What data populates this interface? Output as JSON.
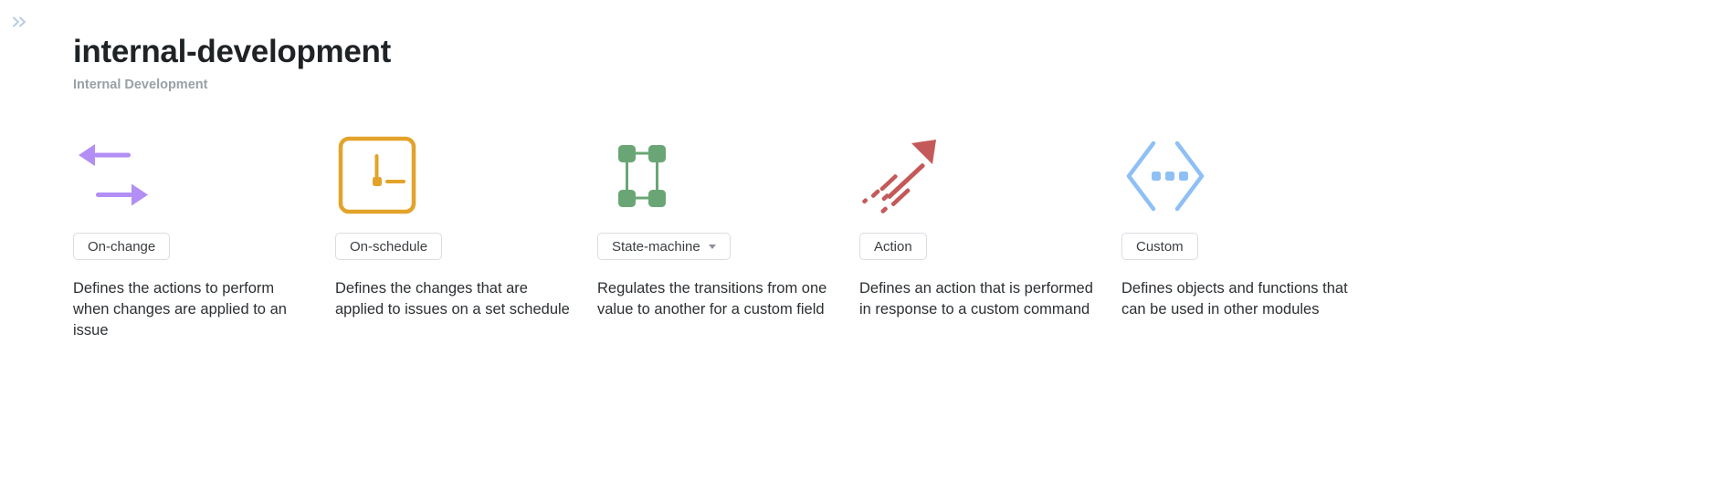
{
  "sidebar_toggle": {
    "icon": "double-chevron-right-icon",
    "label": "»"
  },
  "header": {
    "title": "internal-development",
    "subtitle": "Internal Development"
  },
  "colors": {
    "on_change": "#b28ef5",
    "on_schedule": "#e3a32a",
    "state_machine": "#6aa675",
    "action": "#c4595a",
    "custom": "#8fc0f5",
    "chip_border": "#d9dde2",
    "title": "#1f2326",
    "subtitle": "#9aa0a6",
    "body_text": "#2c3033"
  },
  "rule_types": [
    {
      "icon": "two-way-arrows-icon",
      "label": "On-change",
      "has_dropdown": false,
      "description": "Defines the actions to perform when changes are applied to an issue"
    },
    {
      "icon": "clock-square-icon",
      "label": "On-schedule",
      "has_dropdown": false,
      "description": "Defines the changes that are applied to issues on a set schedule"
    },
    {
      "icon": "state-machine-nodes-icon",
      "label": "State-machine",
      "has_dropdown": true,
      "description": "Regulates the transitions from one value to another for a custom field"
    },
    {
      "icon": "rising-arrow-icon",
      "label": "Action",
      "has_dropdown": false,
      "description": "Defines an action that is performed in response to a custom command"
    },
    {
      "icon": "code-brackets-icon",
      "label": "Custom",
      "has_dropdown": false,
      "description": "Defines objects and functions that can be used in other modules"
    }
  ]
}
